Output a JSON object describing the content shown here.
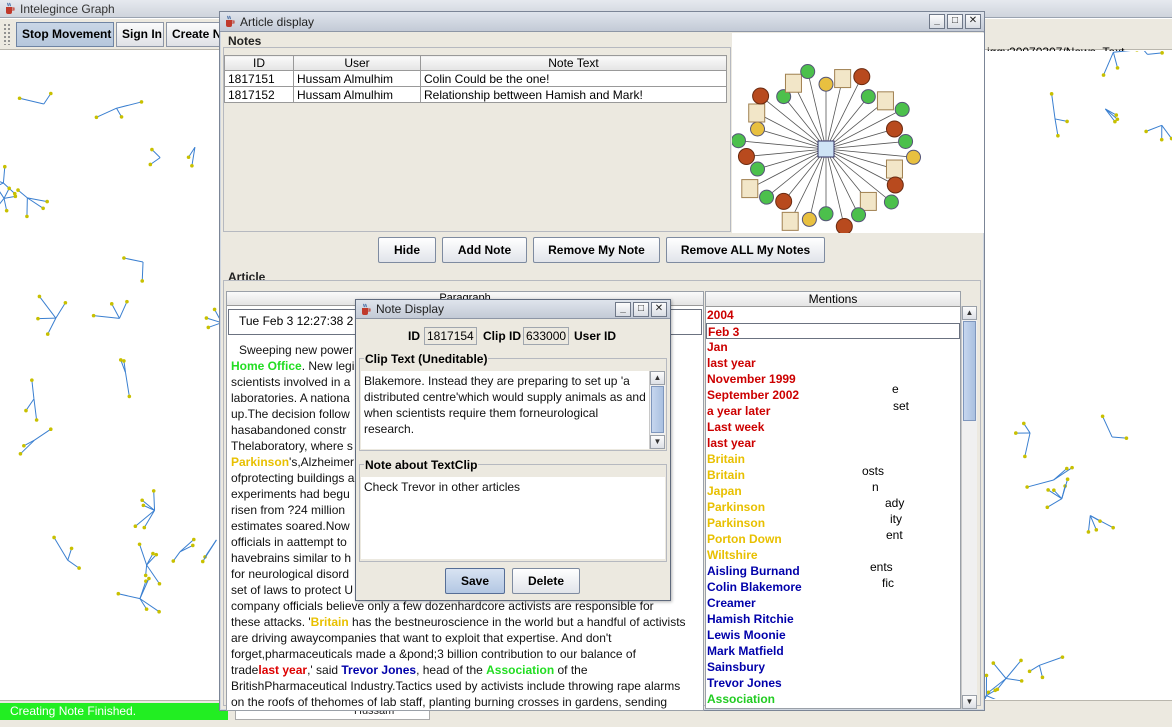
{
  "app": {
    "title": "Intelegince Graph"
  },
  "toolbar": {
    "stop_movement": "Stop Movement",
    "sign_in": "Sign In",
    "create_note_partial": "Create N",
    "path_text": "iggy20070307/News_Text"
  },
  "status": {
    "message": "Creating Note Finished.",
    "field_text": "Hussam Almulhim"
  },
  "article_window": {
    "title": "Article display",
    "notes_label": "Notes",
    "notes_table": {
      "columns": [
        "ID",
        "User",
        "Note Text"
      ],
      "rows": [
        [
          "1817151",
          "Hussam Almulhim",
          "Colin Could be the one!"
        ],
        [
          "1817152",
          "Hussam Almulhim",
          "Relationship bettween Hamish and Mark!"
        ]
      ]
    },
    "buttons": {
      "hide": "Hide",
      "add_note": "Add Note",
      "remove_my_note": "Remove My Note",
      "remove_all": "Remove ALL My Notes"
    },
    "article_label": "Article",
    "paragraph_header": "Paragraph",
    "date_row": "Tue Feb  3 12:27:38 2",
    "mentions_header": "Mentions",
    "mentions": [
      {
        "text": "2004",
        "type": "date",
        "color": "#cc0000"
      },
      {
        "text": "Feb 3",
        "type": "date",
        "color": "#cc0000"
      },
      {
        "text": "Jan",
        "type": "date",
        "color": "#cc0000"
      },
      {
        "text": "last year",
        "type": "date",
        "color": "#cc0000"
      },
      {
        "text": "November 1999",
        "type": "date",
        "color": "#cc0000"
      },
      {
        "text": "September 2002",
        "type": "date",
        "color": "#cc0000"
      },
      {
        "text": "a year later",
        "type": "date",
        "color": "#cc0000"
      },
      {
        "text": "Last week",
        "type": "date",
        "color": "#cc0000"
      },
      {
        "text": "last year",
        "type": "date",
        "color": "#cc0000"
      },
      {
        "text": "Britain",
        "type": "place",
        "color": "#e8c000"
      },
      {
        "text": "Britain",
        "type": "place",
        "color": "#e8c000"
      },
      {
        "text": "Japan",
        "type": "place",
        "color": "#e8c000"
      },
      {
        "text": "Parkinson",
        "type": "place",
        "color": "#e8c000"
      },
      {
        "text": "Parkinson",
        "type": "place",
        "color": "#e8c000"
      },
      {
        "text": "Porton Down",
        "type": "place",
        "color": "#e8c000"
      },
      {
        "text": "Wiltshire",
        "type": "place",
        "color": "#e8c000"
      },
      {
        "text": "Aisling Burnand",
        "type": "person",
        "color": "#0000aa"
      },
      {
        "text": "Colin Blakemore",
        "type": "person",
        "color": "#0000aa"
      },
      {
        "text": "Creamer",
        "type": "person",
        "color": "#0000aa"
      },
      {
        "text": "Hamish Ritchie",
        "type": "person",
        "color": "#0000aa"
      },
      {
        "text": "Lewis Moonie",
        "type": "person",
        "color": "#0000aa"
      },
      {
        "text": "Mark Matfield",
        "type": "person",
        "color": "#0000aa"
      },
      {
        "text": "Sainsbury",
        "type": "person",
        "color": "#0000aa"
      },
      {
        "text": "Trevor Jones",
        "type": "person",
        "color": "#0000aa"
      },
      {
        "text": "Association",
        "type": "organization",
        "color": "#22cc22"
      }
    ],
    "article_lines": [
      [
        {
          "t": "Sweeping new power",
          "c": ""
        }
      ],
      [
        {
          "t": "Home Office",
          "c": "green"
        },
        {
          "t": ". New legi",
          "c": ""
        }
      ],
      [
        {
          "t": "scientists involved in a",
          "c": ""
        }
      ],
      [
        {
          "t": "laboratories. A nationa",
          "c": ""
        }
      ],
      [
        {
          "t": "up.The decision follow",
          "c": ""
        }
      ],
      [
        {
          "t": "hasabandoned constr",
          "c": ""
        }
      ],
      [
        {
          "t": "Thelaboratory, where s",
          "c": ""
        }
      ],
      [
        {
          "t": "Parkinson",
          "c": "yellow"
        },
        {
          "t": "'s,Alzheimer",
          "c": ""
        }
      ],
      [
        {
          "t": "ofprotecting buildings a",
          "c": ""
        }
      ],
      [
        {
          "t": "experiments had begu",
          "c": ""
        }
      ],
      [
        {
          "t": "risen from ?24 million",
          "c": ""
        }
      ],
      [
        {
          "t": "estimates soared.Now",
          "c": ""
        }
      ],
      [
        {
          "t": "officials in aattempt to",
          "c": ""
        }
      ],
      [
        {
          "t": "havebrains similar to h",
          "c": ""
        }
      ],
      [
        {
          "t": "for neurological disord",
          "c": ""
        }
      ],
      [
        {
          "t": "set of laws to protect U",
          "c": ""
        }
      ],
      [
        {
          "t": "company officials believe only a few dozenhardcore activists are responsible for",
          "c": ""
        }
      ],
      [
        {
          "t": "these attacks. '",
          "c": ""
        },
        {
          "t": "Britain",
          "c": "yellow"
        },
        {
          "t": " has the bestneuroscience in the world but a handful of activists",
          "c": ""
        }
      ],
      [
        {
          "t": "are driving awaycompanies that want to exploit that expertise. And don't",
          "c": ""
        }
      ],
      [
        {
          "t": "forget,pharmaceuticals made a &pond;3 billion contribution to our balance of",
          "c": ""
        }
      ],
      [
        {
          "t": "trade",
          "c": ""
        },
        {
          "t": "last year",
          "c": "red"
        },
        {
          "t": ",' said ",
          "c": ""
        },
        {
          "t": "Trevor Jones",
          "c": "blue"
        },
        {
          "t": ", head of the ",
          "c": ""
        },
        {
          "t": "Association",
          "c": "green"
        },
        {
          "t": " of the",
          "c": ""
        }
      ],
      [
        {
          "t": "BritishPharmaceutical Industry.Tactics used by activists include throwing rape alarms",
          "c": ""
        }
      ],
      [
        {
          "t": "on the roofs of thehomes of lab staff, planting burning crosses in gardens, sending",
          "c": ""
        }
      ]
    ],
    "right_fragments": [
      "e",
      "set",
      "osts",
      "n",
      "ady",
      "ity",
      "ent",
      "ents",
      "fic"
    ]
  },
  "note_dialog": {
    "title": "Note Display",
    "id_label": "ID",
    "id_value": "1817154",
    "clip_id_label": "Clip ID",
    "clip_id_value": "633000",
    "user_id_label": "User ID",
    "clip_text_label": "Clip Text (Uneditable)",
    "clip_text": "Blakemore. Instead they are preparing to set up 'a distributed centre'which would supply animals as and when scientists require them forneurological research.",
    "note_label": "Note about TextClip",
    "note_text": "Check Trevor in other articles",
    "save": "Save",
    "delete": "Delete"
  },
  "colors": {
    "date": "#cc0000",
    "place": "#e8c000",
    "person": "#0000aa",
    "organization": "#22cc22",
    "status_bg": "#22ee22"
  },
  "icons": [
    "java-cup-icon",
    "minimize-icon",
    "maximize-icon",
    "close-icon",
    "scroll-up-icon",
    "scroll-down-icon"
  ]
}
